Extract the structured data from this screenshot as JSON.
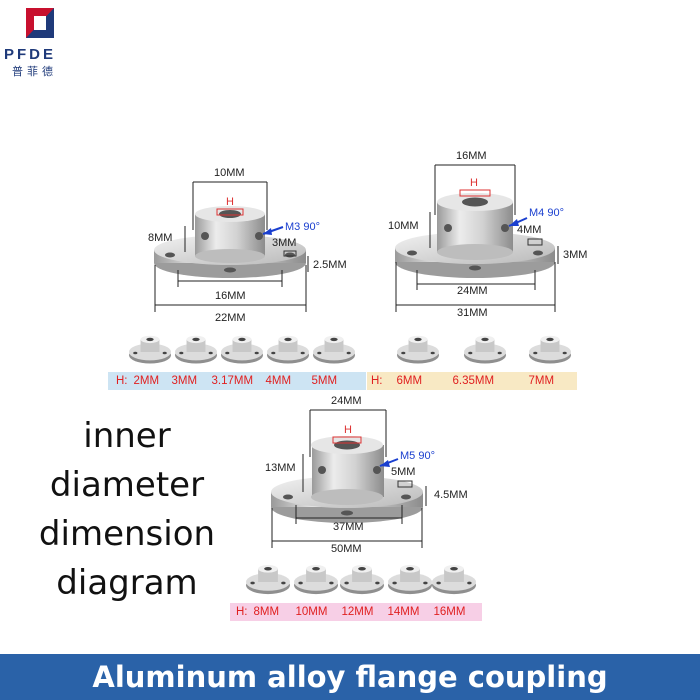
{
  "logo": {
    "text": "PFDE",
    "sub": "普菲德"
  },
  "description": [
    "inner",
    "diameter",
    "dimension",
    "diagram"
  ],
  "footer": {
    "title": "Aluminum alloy flange coupling"
  },
  "couplings": [
    {
      "bore_label": "H",
      "hub_width": "10MM",
      "hub_height": "8MM",
      "screw": "M3 90°",
      "screw_pos": "3MM",
      "flange_thickness": "2.5MM",
      "bolt_circle": "16MM",
      "flange_diameter": "22MM",
      "sizes_prefix": "H:",
      "sizes": [
        "2MM",
        "3MM",
        "3.17MM",
        "4MM",
        "5MM"
      ]
    },
    {
      "bore_label": "H",
      "hub_width": "16MM",
      "hub_height": "10MM",
      "screw": "M4 90°",
      "screw_pos": "4MM",
      "flange_thickness": "3MM",
      "bolt_circle": "24MM",
      "flange_diameter": "31MM",
      "sizes_prefix": "H:",
      "sizes": [
        "6MM",
        "6.35MM",
        "7MM"
      ]
    },
    {
      "bore_label": "H",
      "hub_width": "24MM",
      "hub_height": "13MM",
      "screw": "M5 90°",
      "screw_pos": "5MM",
      "flange_thickness": "4.5MM",
      "bolt_circle": "37MM",
      "flange_diameter": "50MM",
      "sizes_prefix": "H:",
      "sizes": [
        "8MM",
        "10MM",
        "12MM",
        "14MM",
        "16MM"
      ]
    }
  ],
  "colors": {
    "strip1": "#cde4f3",
    "strip2": "#f8e9c4",
    "strip3": "#f7cfe6",
    "footer": "#2a62a8",
    "spec": "#1a3fcf",
    "size_text": "#e02020"
  }
}
